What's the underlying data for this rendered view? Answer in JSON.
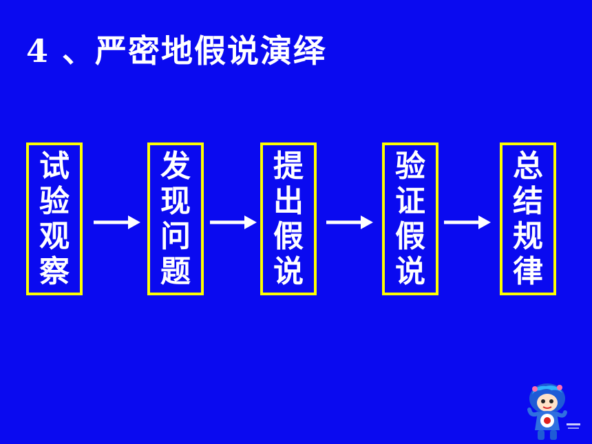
{
  "title": "4 、严密地假说演绎",
  "steps": [
    {
      "chars": [
        "试",
        "验",
        "观",
        "察"
      ]
    },
    {
      "chars": [
        "发",
        "现",
        "问",
        "题"
      ]
    },
    {
      "chars": [
        "提",
        "出",
        "假",
        "说"
      ]
    },
    {
      "chars": [
        "验",
        "证",
        "假",
        "说"
      ]
    },
    {
      "chars": [
        "总",
        "结",
        "规",
        "律"
      ]
    }
  ],
  "colors": {
    "background": "#0a0af0",
    "box_border": "#ffff00",
    "text": "#ffffff"
  },
  "mascot_icon": "olympic-mascot-icon"
}
